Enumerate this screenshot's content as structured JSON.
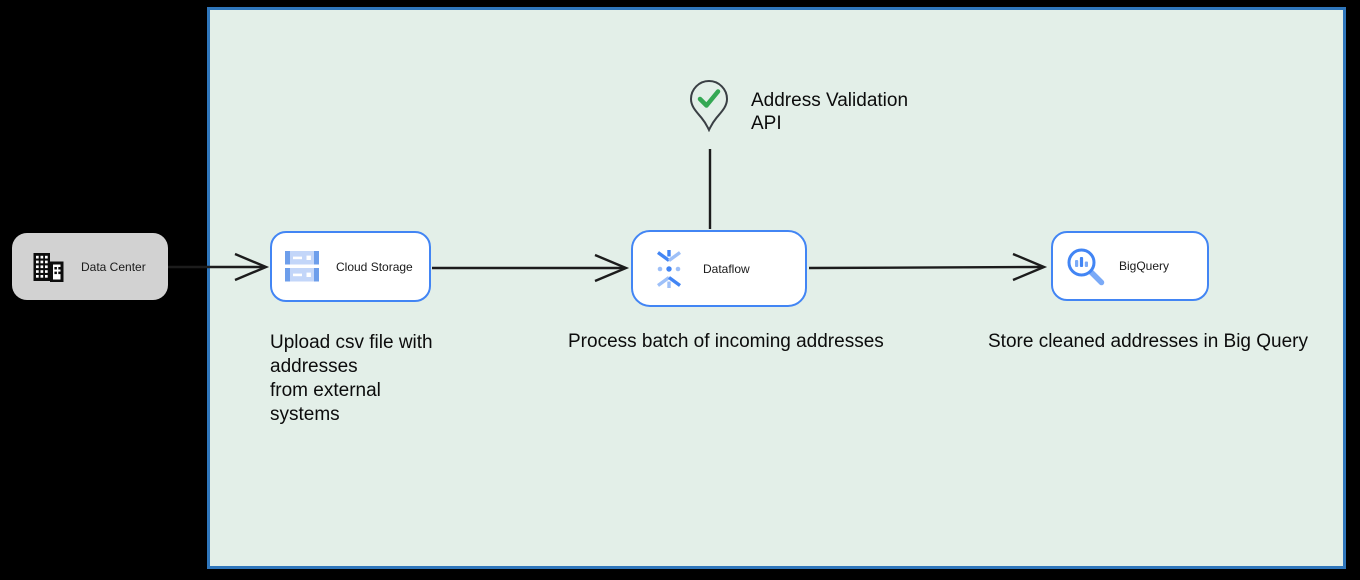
{
  "nodes": {
    "data_center": {
      "label": "Data Center"
    },
    "cloud_storage": {
      "label": "Cloud Storage"
    },
    "dataflow": {
      "label": "Dataflow"
    },
    "bigquery": {
      "label": "BigQuery"
    }
  },
  "api_marker": {
    "label_line1": "Address Validation",
    "label_line2": "API"
  },
  "captions": {
    "cloud_storage_lines": [
      "Upload csv file with",
      "addresses",
      "from external",
      "systems"
    ],
    "dataflow": "Process batch of incoming addresses",
    "bigquery": "Store cleaned addresses in Big Query"
  },
  "colors": {
    "page_background": "#000000",
    "canvas_fill": "#e3efe8",
    "canvas_border": "#2f76bb",
    "node_border": "#4285f4",
    "node_fill": "#ffffff",
    "data_center_fill": "#d2d2d2",
    "connector": "#1c1c1c",
    "check_green": "#34a853",
    "icon_blue": "#4285f4",
    "icon_blue_light": "#9ec0f8"
  }
}
